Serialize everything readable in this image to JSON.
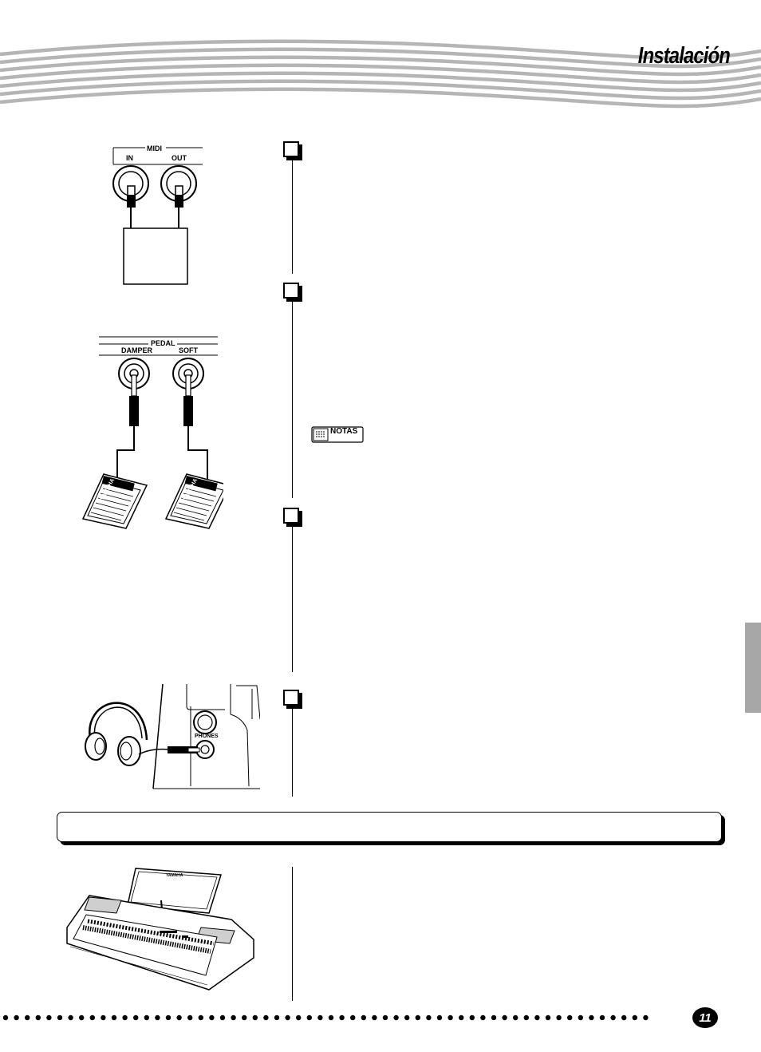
{
  "header": {
    "title": "Instalación"
  },
  "midi_panel": {
    "group_label": "MIDI",
    "in_label": "IN",
    "out_label": "OUT"
  },
  "pedal_panel": {
    "group_label": "PEDAL",
    "damper_label": "DAMPER",
    "soft_label": "SOFT",
    "pedal_brand": "YAMAHA"
  },
  "notes": {
    "label": "NOTAS"
  },
  "phones_panel": {
    "jack_label": "PHONES"
  },
  "music_rest": {
    "brand": "YAMAHA"
  },
  "footer": {
    "page_number": "11"
  },
  "colors": {
    "side_tab": "#a7a7a7",
    "ink": "#000000"
  }
}
